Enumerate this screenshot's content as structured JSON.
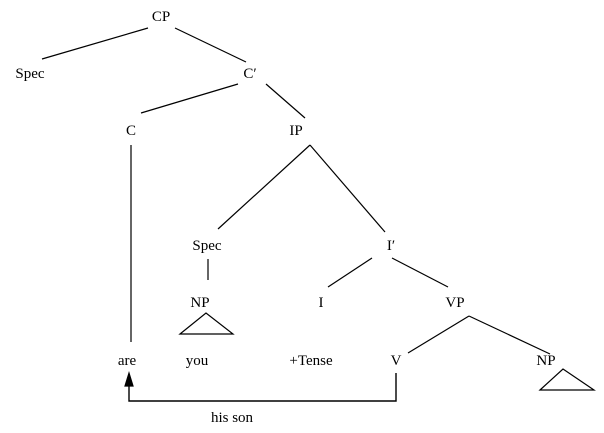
{
  "tree": {
    "nodes": {
      "cp": "CP",
      "spec_top": "Spec",
      "c_bar": "C′",
      "c": "C",
      "ip": "IP",
      "spec_ip": "Spec",
      "i_bar": "I′",
      "np_subject": "NP",
      "i": "I",
      "vp": "VP",
      "v": "V",
      "np_object": "NP"
    },
    "leaves": {
      "are": "are",
      "you": "you",
      "tense": "+Tense",
      "his_son": "his son"
    }
  }
}
